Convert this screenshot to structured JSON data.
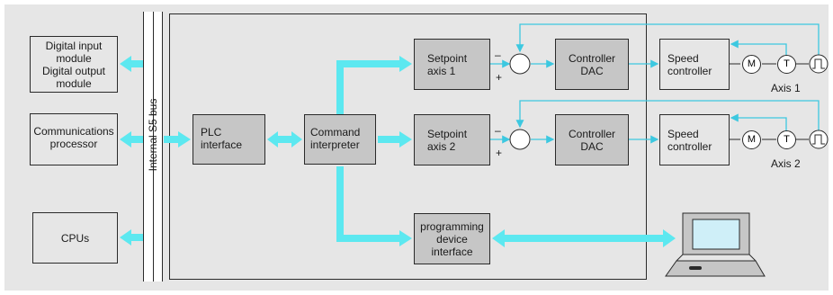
{
  "colors": {
    "background": "#e6e6e6",
    "box_fill": "#e6e6e6",
    "dark_box_fill": "#c6c6c6",
    "arrow": "#5ce8f0",
    "signal_line": "#3cc8e0"
  },
  "bus_label": "Internal S5 bus",
  "left_modules": {
    "digital_io": [
      "Digital input",
      "module",
      "Digital output",
      "module"
    ],
    "comm": [
      "Communications",
      "processor"
    ],
    "cpus": "CPUs"
  },
  "blocks": {
    "plc": [
      "PLC",
      "interface"
    ],
    "cmd": [
      "Command",
      "interpreter"
    ],
    "setpoint1": [
      "Setpoint",
      "axis 1"
    ],
    "setpoint2": [
      "Setpoint",
      "axis 2"
    ],
    "ctrl1": [
      "Controller",
      "DAC"
    ],
    "ctrl2": [
      "Controller",
      "DAC"
    ],
    "pgm": [
      "programming",
      "device",
      "interface"
    ],
    "speed1": [
      "Speed",
      "controller"
    ],
    "speed2": [
      "Speed",
      "controller"
    ]
  },
  "signs": {
    "minus": "–",
    "plus": "+"
  },
  "motor": {
    "m": "M",
    "t": "T"
  },
  "axes": [
    "Axis 1",
    "Axis 2"
  ],
  "icons": [
    "summing-junction-icon",
    "motor-icon",
    "tachometer-icon",
    "encoder-icon",
    "laptop-icon"
  ]
}
